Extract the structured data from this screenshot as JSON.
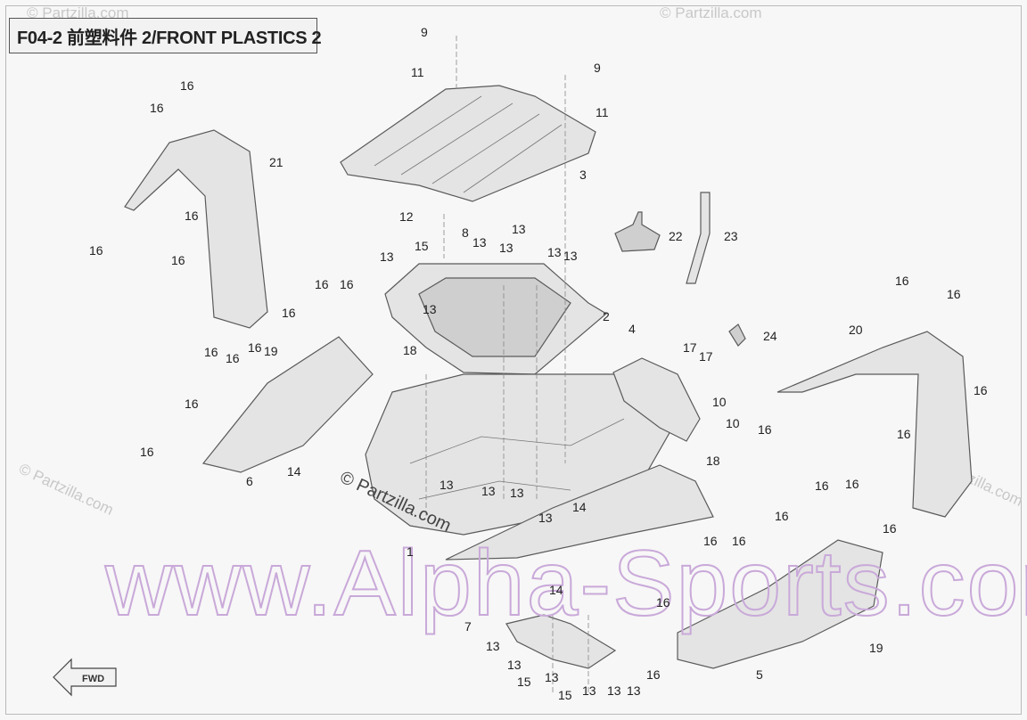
{
  "title": "F04-2 前塑料件 2/FRONT PLASTICS 2",
  "watermark_main": "www.Alpha-Sports.com",
  "watermark_center": "© Partzilla.com",
  "watermark_corner": "© Partzilla.com",
  "fwd_label": "FWD",
  "callouts": {
    "c9a": "9",
    "c11a": "11",
    "c9b": "9",
    "c11b": "11",
    "c3": "3",
    "c12": "12",
    "c8": "8",
    "c15a": "15",
    "c13a": "13",
    "c13b": "13",
    "c13c": "13",
    "c13d": "13",
    "c13e": "13",
    "c13f": "13",
    "c22": "22",
    "c23": "23",
    "c2": "2",
    "c13g": "13",
    "c16a": "16",
    "c16b": "16",
    "c21": "21",
    "c16c": "16",
    "c16d": "16",
    "c16e": "16",
    "c16f": "16",
    "c16g": "16",
    "c16h": "16",
    "c16i": "16",
    "c16j": "16",
    "c16k": "16",
    "c19a": "19",
    "c16l": "16",
    "c16m": "16",
    "c16n": "16",
    "c6": "6",
    "c14a": "14",
    "c18a": "18",
    "c4": "4",
    "c17a": "17",
    "c17b": "17",
    "c24": "24",
    "c10a": "10",
    "c10b": "10",
    "c20": "20",
    "c16o": "16",
    "c16p": "16",
    "c16q": "16",
    "c16r": "16",
    "c16s": "16",
    "c13h": "13",
    "c13i": "13",
    "c13j": "13",
    "c13k": "13",
    "c14b": "14",
    "c1": "1",
    "c18b": "18",
    "c16t": "16",
    "c16u": "16",
    "c16v": "16",
    "c16w": "16",
    "c16x": "16",
    "c16y": "16",
    "c16z": "16",
    "c7": "7",
    "c14c": "14",
    "c13l": "13",
    "c13m": "13",
    "c13n": "13",
    "c13o": "13",
    "c13p": "13",
    "c13q": "13",
    "c15b": "15",
    "c15c": "15",
    "c5": "5",
    "c19b": "19"
  }
}
